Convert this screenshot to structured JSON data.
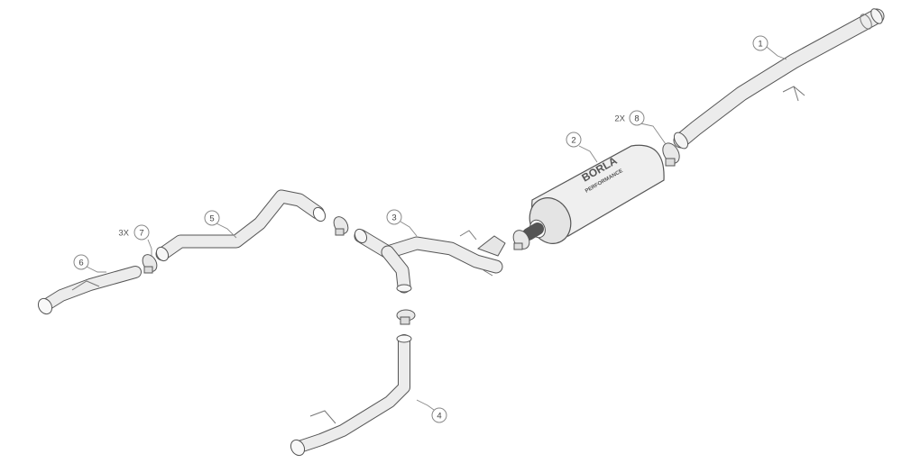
{
  "callouts": [
    {
      "number": "1",
      "qty": ""
    },
    {
      "number": "2",
      "qty": ""
    },
    {
      "number": "3",
      "qty": ""
    },
    {
      "number": "4",
      "qty": ""
    },
    {
      "number": "5",
      "qty": ""
    },
    {
      "number": "6",
      "qty": ""
    },
    {
      "number": "7",
      "qty": "3X"
    },
    {
      "number": "8",
      "qty": "2X"
    }
  ],
  "muffler_brand": "BORLA",
  "muffler_subtext": "PERFORMANCE"
}
